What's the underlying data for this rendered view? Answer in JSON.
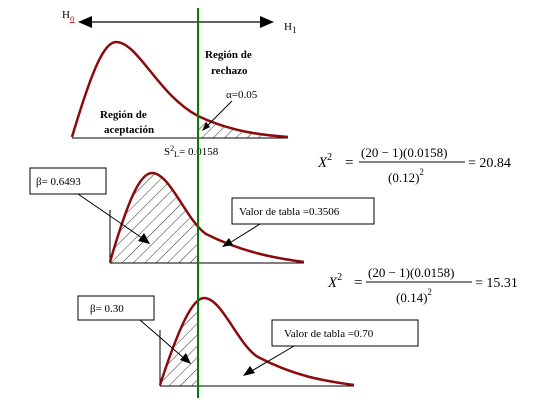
{
  "hypotheses": {
    "h0": "H",
    "h0_sub": "o",
    "h1": "H",
    "h1_sub": "1"
  },
  "regions": {
    "reject_line1": "Región de",
    "reject_line2": "rechazo",
    "accept_line1": "Región de",
    "accept_line2": "aceptación",
    "alpha": "α=0.05"
  },
  "critical": {
    "s": "S",
    "sup": "2",
    "sub": "L",
    "value": "= 0.0158"
  },
  "formula1": {
    "chi": "X",
    "sup": "2",
    "eq": "=",
    "numerator": "(20 − 1)(0.0158)",
    "denominator": "(0.12)",
    "den_sup": "2",
    "result": "= 20.84"
  },
  "formula2": {
    "chi": "X",
    "sup": "2",
    "eq": "=",
    "numerator": "(20 − 1)(0.0158)",
    "denominator": "(0.14)",
    "den_sup": "2",
    "result": "= 15.31"
  },
  "callouts": {
    "beta1": "β= 0.6493",
    "table1": "Valor de tabla =0.3506",
    "beta2": "β= 0.30",
    "table2": "Valor de tabla =0.70"
  },
  "colors": {
    "curve": "#8b0a0a",
    "critical_line": "#008000",
    "hatch": "#000000"
  }
}
